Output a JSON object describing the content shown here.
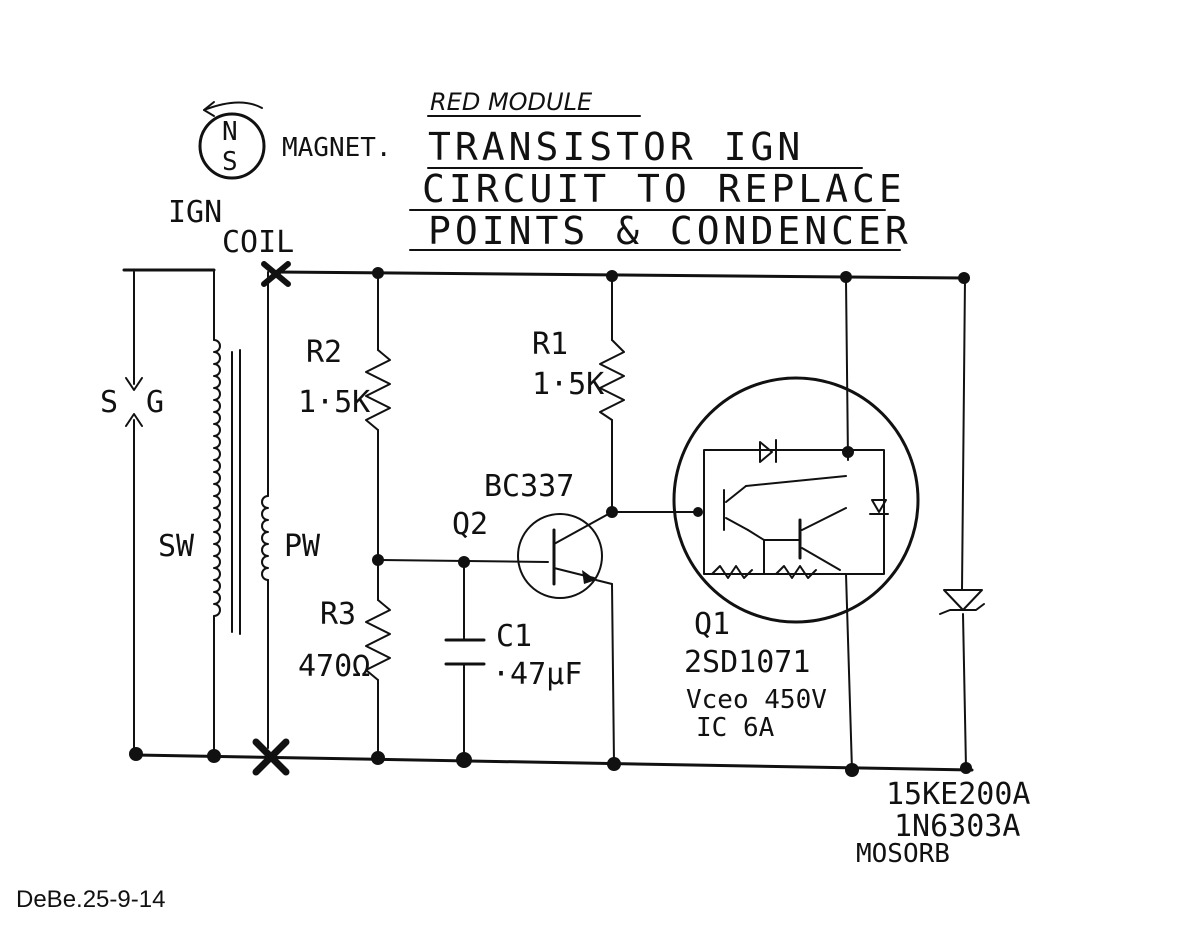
{
  "header": {
    "subtitle": "RED MODULE",
    "title_lines": [
      "TRANSISTOR IGN",
      "CIRCUIT TO REPLACE",
      "POINTS & CONDENCER"
    ]
  },
  "magnet": {
    "north": "N",
    "south": "S",
    "label": "MAGNET."
  },
  "coil": {
    "label_line1": "IGN",
    "label_line2": "COIL",
    "secondary": "SW",
    "primary": "PW"
  },
  "spark_gap": {
    "left": "S",
    "right": "G"
  },
  "components": {
    "r1": {
      "name": "R1",
      "value": "1·5K"
    },
    "r2": {
      "name": "R2",
      "value": "1·5K"
    },
    "r3": {
      "name": "R3",
      "value": "470Ω"
    },
    "c1": {
      "name": "C1",
      "value": "·47μF"
    },
    "q2": {
      "part": "BC337",
      "name": "Q2"
    },
    "q1": {
      "name": "Q1",
      "part": "2SD1071",
      "vceo": "Vceo 450V",
      "ic": "IC 6A"
    },
    "tvs": {
      "line1": "15KE200A",
      "line2": "1N6303A",
      "line3": "MOSORB"
    }
  },
  "footer": {
    "credit": "DeBe.25-9-14"
  }
}
